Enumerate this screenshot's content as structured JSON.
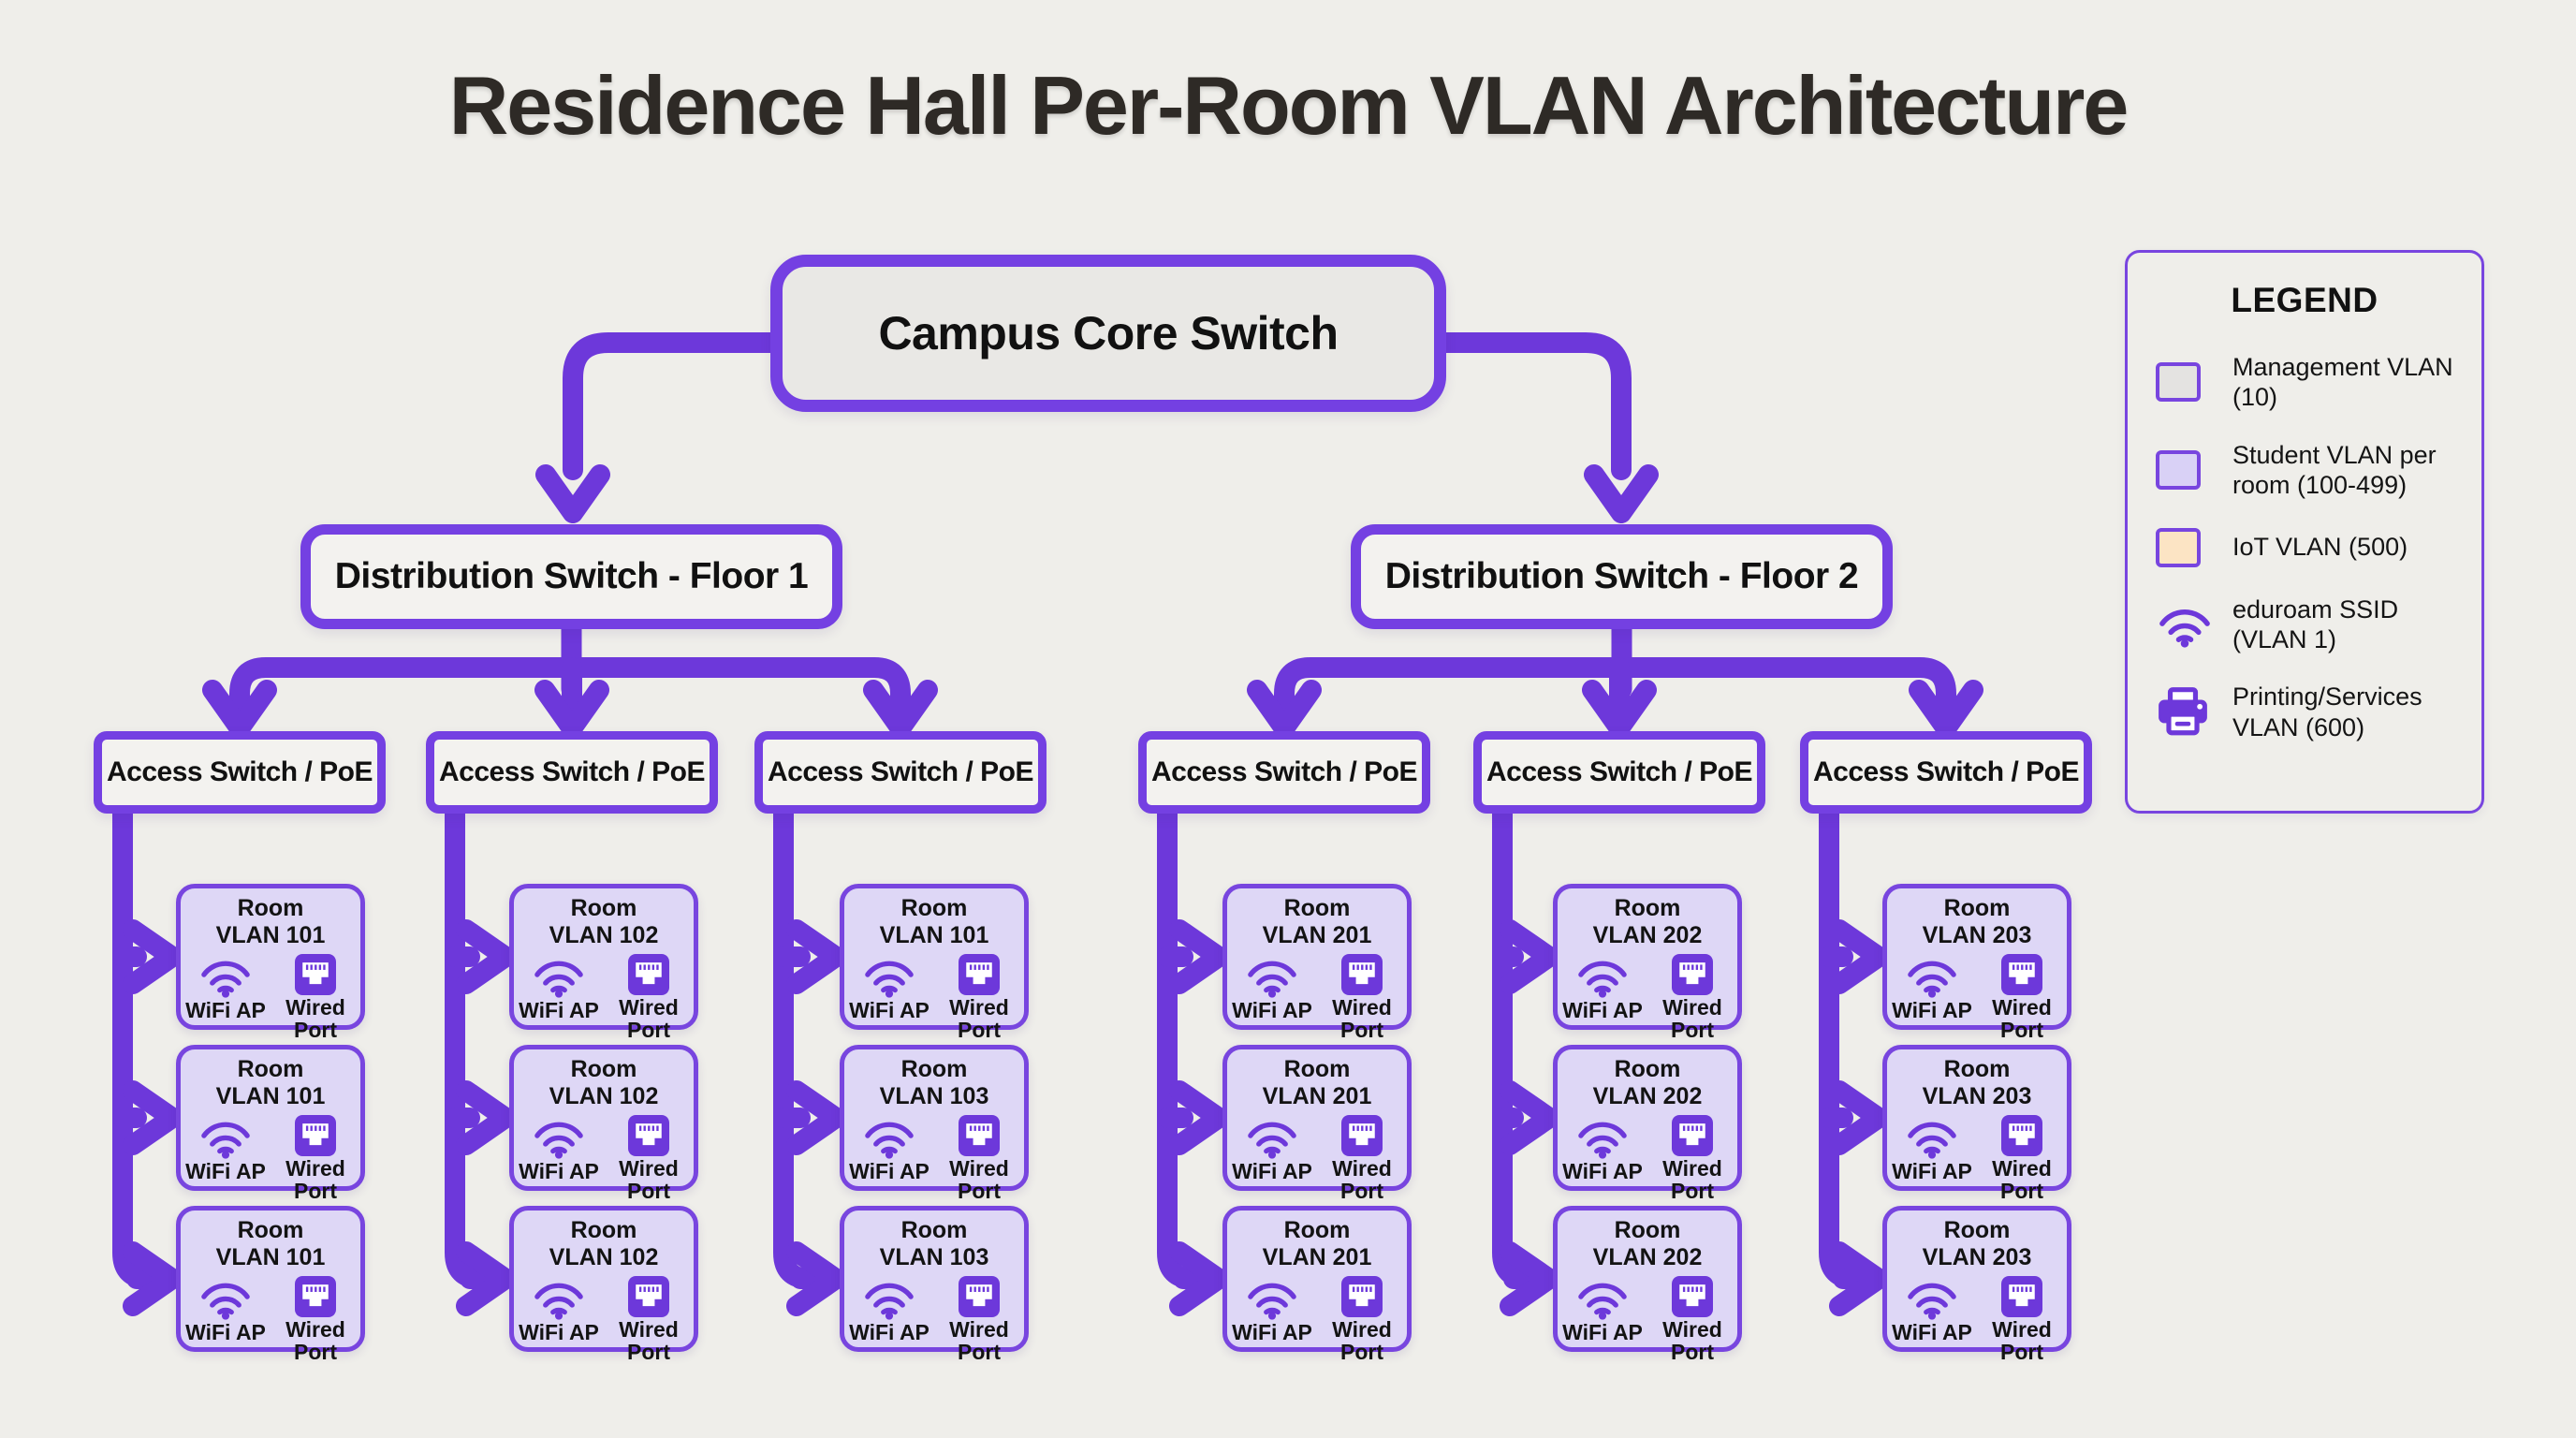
{
  "title": "Residence Hall Per-Room VLAN Architecture",
  "colors": {
    "background": "#efeeea",
    "connector": "#6d38da",
    "node_border": "#7440e2",
    "core_fill": "#e9e8e5",
    "node_fill": "#f3f2ef",
    "room_fill": "#ded7f6",
    "room_border": "#7845df",
    "icon_purple": "#6d38da",
    "legend_management_swatch": "#e4e3e1",
    "legend_student_swatch": "#d9d1f6",
    "legend_iot_swatch": "#fce4c4"
  },
  "core": {
    "label": "Campus Core Switch"
  },
  "room_labels": {
    "wifi": "WiFi AP",
    "wired": "Wired Port"
  },
  "floors": [
    {
      "distribution": {
        "label": "Distribution Switch - Floor 1"
      },
      "access_switches": [
        {
          "label": "Access Switch / PoE",
          "rooms": [
            {
              "name": "Room",
              "vlan": "VLAN 101"
            },
            {
              "name": "Room",
              "vlan": "VLAN 101"
            },
            {
              "name": "Room",
              "vlan": "VLAN 101"
            }
          ]
        },
        {
          "label": "Access Switch / PoE",
          "rooms": [
            {
              "name": "Room",
              "vlan": "VLAN 102"
            },
            {
              "name": "Room",
              "vlan": "VLAN 102"
            },
            {
              "name": "Room",
              "vlan": "VLAN 102"
            }
          ]
        },
        {
          "label": "Access Switch / PoE",
          "rooms": [
            {
              "name": "Room",
              "vlan": "VLAN 101"
            },
            {
              "name": "Room",
              "vlan": "VLAN 103"
            },
            {
              "name": "Room",
              "vlan": "VLAN 103"
            }
          ]
        }
      ]
    },
    {
      "distribution": {
        "label": "Distribution Switch - Floor 2"
      },
      "access_switches": [
        {
          "label": "Access Switch / PoE",
          "rooms": [
            {
              "name": "Room",
              "vlan": "VLAN 201"
            },
            {
              "name": "Room",
              "vlan": "VLAN 201"
            },
            {
              "name": "Room",
              "vlan": "VLAN 201"
            }
          ]
        },
        {
          "label": "Access Switch / PoE",
          "rooms": [
            {
              "name": "Room",
              "vlan": "VLAN 202"
            },
            {
              "name": "Room",
              "vlan": "VLAN 202"
            },
            {
              "name": "Room",
              "vlan": "VLAN 202"
            }
          ]
        },
        {
          "label": "Access Switch / PoE",
          "rooms": [
            {
              "name": "Room",
              "vlan": "VLAN 203"
            },
            {
              "name": "Room",
              "vlan": "VLAN 203"
            },
            {
              "name": "Room",
              "vlan": "VLAN 203"
            }
          ]
        }
      ]
    }
  ],
  "legend": {
    "title": "LEGEND",
    "items": [
      {
        "key": "swatch",
        "swatch_color": "#e4e3e1",
        "icon": "",
        "label": "Management VLAN (10)"
      },
      {
        "key": "swatch",
        "swatch_color": "#d9d1f6",
        "icon": "",
        "label": "Student VLAN per room (100-499)"
      },
      {
        "key": "swatch",
        "swatch_color": "#fce4c4",
        "icon": "",
        "label": "IoT VLAN (500)"
      },
      {
        "key": "icon",
        "swatch_color": "",
        "icon": "wifi-icon",
        "label": "eduroam SSID (VLAN 1)"
      },
      {
        "key": "icon",
        "swatch_color": "",
        "icon": "printer-icon",
        "label": "Printing/Services VLAN (600)"
      }
    ]
  }
}
